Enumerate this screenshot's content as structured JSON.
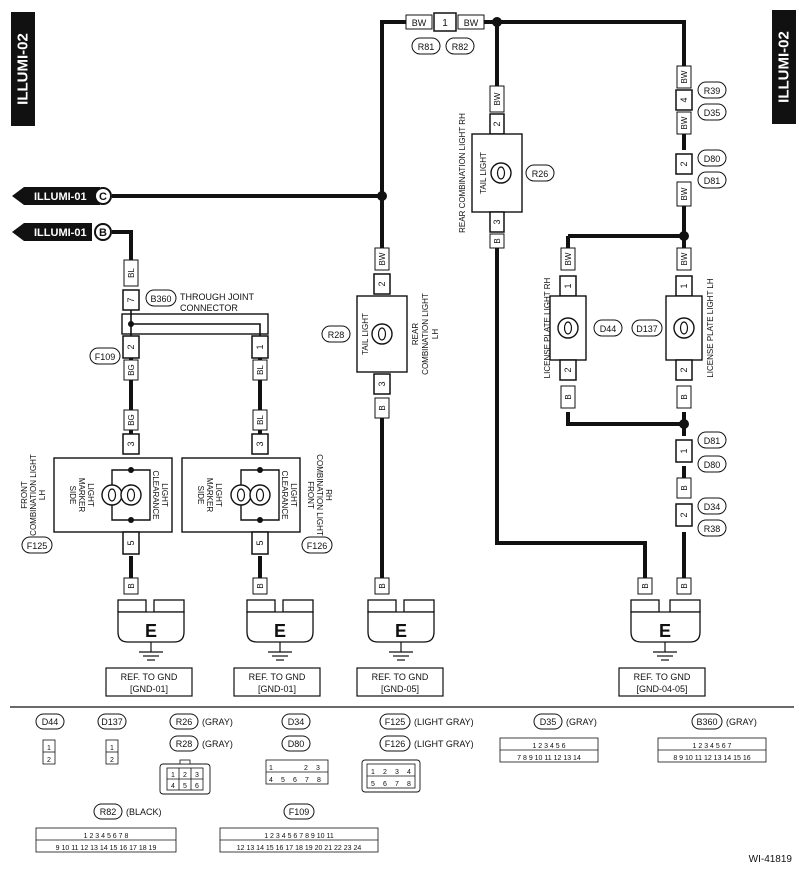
{
  "page_tags": {
    "left": "ILLUMI-02",
    "right": "ILLUMI-02"
  },
  "inputs": {
    "c": {
      "label": "ILLUMI-01",
      "letter": "C"
    },
    "b": {
      "label": "ILLUMI-01",
      "letter": "B"
    }
  },
  "wire_colors": {
    "bw": "BW",
    "bl": "BL",
    "bg": "BG",
    "b": "B"
  },
  "pins": {
    "p1": "1",
    "p2": "2",
    "p3": "3",
    "p4": "4",
    "p5": "5",
    "p7": "7"
  },
  "connectors": {
    "r81": "R81",
    "r82": "R82",
    "r39": "R39",
    "d35": "D35",
    "d80": "D80",
    "d81": "D81",
    "r26": "R26",
    "r28": "R28",
    "b360": "B360",
    "f109": "F109",
    "d44": "D44",
    "d137": "D137",
    "f125": "F125",
    "f126": "F126",
    "d34": "D34",
    "r38": "R38"
  },
  "labels": {
    "through_joint": "THROUGH JOINT",
    "connector": "CONNECTOR",
    "rear_comb_rh": "REAR COMBINATION LIGHT RH",
    "rear_comb_lh_1": "REAR",
    "rear_comb_lh_2": "COMBINATION LIGHT",
    "rear_comb_lh_3": "LH",
    "tail_light": "TAIL LIGHT",
    "license_rh": "LICENSE PLATE LIGHT RH",
    "license_lh": "LICENSE PLATE LIGHT LH",
    "front_comb_lh_1": "FRONT",
    "front_comb_lh_2": "COMBINATION LIGHT",
    "front_comb_lh_3": "LH",
    "front_comb_rh_1": "FRONT",
    "front_comb_rh_2": "COMBINATION LIGHT",
    "front_comb_rh_3": "RH",
    "side_1": "SIDE",
    "side_2": "MARKER",
    "side_3": "LIGHT",
    "clear_1": "CLEARANCE",
    "clear_2": "LIGHT",
    "ground_letter": "E"
  },
  "ground_refs": {
    "g1": {
      "line1": "REF. TO GND",
      "line2": "[GND-01]"
    },
    "g2": {
      "line1": "REF. TO GND",
      "line2": "[GND-01]"
    },
    "g3": {
      "line1": "REF. TO GND",
      "line2": "[GND-05]"
    },
    "g4": {
      "line1": "REF. TO GND",
      "line2": "[GND-04-05]"
    }
  },
  "legend": {
    "d44": "D44",
    "d137": "D137",
    "r26": "R26",
    "r26_note": "(GRAY)",
    "r28": "R28",
    "r28_note": "(GRAY)",
    "d34": "D34",
    "d80": "D80",
    "f125": "F125",
    "f125_note": "(LIGHT GRAY)",
    "f126": "F126",
    "f126_note": "(LIGHT GRAY)",
    "d35": "D35",
    "d35_note": "(GRAY)",
    "b360": "B360",
    "b360_note": "(GRAY)",
    "r82": "R82",
    "r82_note": "(BLACK)",
    "f109": "F109"
  },
  "figure_id": "WI-41819"
}
